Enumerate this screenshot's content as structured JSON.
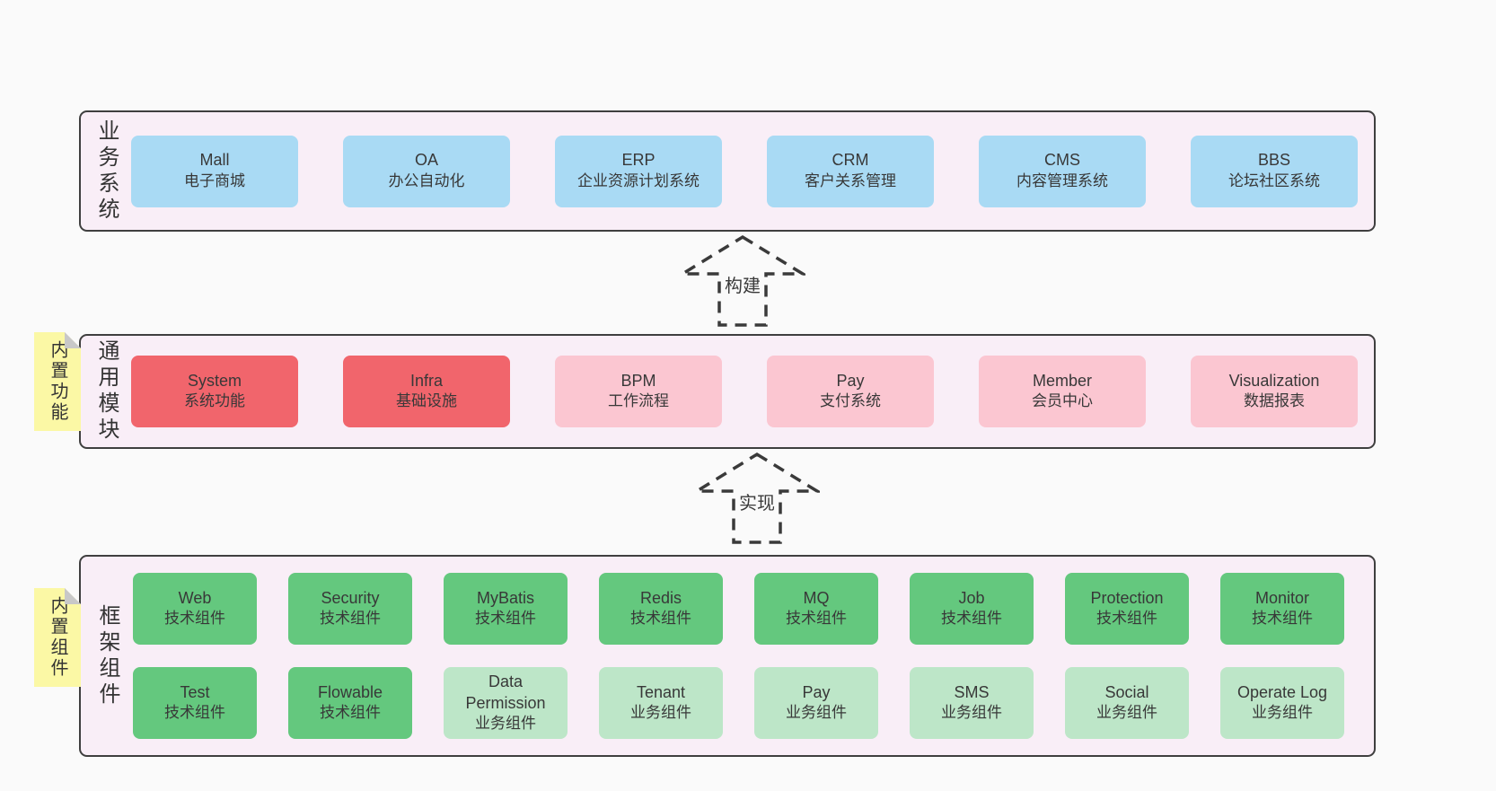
{
  "colors": {
    "page": "#fafafa",
    "sectionBg": "#f9eef7",
    "border": "#3f3f3f",
    "blue": "#a9daf4",
    "red": "#f1656c",
    "pink": "#fbc6d1",
    "green": "#64c87e",
    "lightgreen": "#bde6c8",
    "sticky": "#fbf8a5",
    "fold": "#c8c8c8",
    "text": "#383838"
  },
  "arrows": [
    {
      "label": "构建"
    },
    {
      "label": "实现"
    }
  ],
  "notes": [
    {
      "text": "内置功能"
    },
    {
      "text": "内置组件"
    }
  ],
  "sections": {
    "business": {
      "label": "业务系统",
      "boxes": [
        {
          "name": "Mall",
          "desc": "电子商城"
        },
        {
          "name": "OA",
          "desc": "办公自动化"
        },
        {
          "name": "ERP",
          "desc": "企业资源计划系统"
        },
        {
          "name": "CRM",
          "desc": "客户关系管理"
        },
        {
          "name": "CMS",
          "desc": "内容管理系统"
        },
        {
          "name": "BBS",
          "desc": "论坛社区系统"
        }
      ]
    },
    "modules": {
      "label": "通用模块",
      "boxes": [
        {
          "name": "System",
          "desc": "系统功能",
          "type": "red"
        },
        {
          "name": "Infra",
          "desc": "基础设施",
          "type": "red"
        },
        {
          "name": "BPM",
          "desc": "工作流程",
          "type": "pink"
        },
        {
          "name": "Pay",
          "desc": "支付系统",
          "type": "pink"
        },
        {
          "name": "Member",
          "desc": "会员中心",
          "type": "pink"
        },
        {
          "name": "Visualization",
          "desc": "数据报表",
          "type": "pink"
        }
      ]
    },
    "framework": {
      "label": "框架组件",
      "row1": [
        {
          "name": "Web",
          "desc": "技术组件",
          "type": "green"
        },
        {
          "name": "Security",
          "desc": "技术组件",
          "type": "green"
        },
        {
          "name": "MyBatis",
          "desc": "技术组件",
          "type": "green"
        },
        {
          "name": "Redis",
          "desc": "技术组件",
          "type": "green"
        },
        {
          "name": "MQ",
          "desc": "技术组件",
          "type": "green"
        },
        {
          "name": "Job",
          "desc": "技术组件",
          "type": "green"
        },
        {
          "name": "Protection",
          "desc": "技术组件",
          "type": "green"
        },
        {
          "name": "Monitor",
          "desc": "技术组件",
          "type": "green"
        }
      ],
      "row2": [
        {
          "name": "Test",
          "desc": "技术组件",
          "type": "green"
        },
        {
          "name": "Flowable",
          "desc": "技术组件",
          "type": "green"
        },
        {
          "name": "Data Permission",
          "desc": "业务组件",
          "type": "lightgreen"
        },
        {
          "name": "Tenant",
          "desc": "业务组件",
          "type": "lightgreen"
        },
        {
          "name": "Pay",
          "desc": "业务组件",
          "type": "lightgreen"
        },
        {
          "name": "SMS",
          "desc": "业务组件",
          "type": "lightgreen"
        },
        {
          "name": "Social",
          "desc": "业务组件",
          "type": "lightgreen"
        },
        {
          "name": "Operate Log",
          "desc": "业务组件",
          "type": "lightgreen"
        }
      ]
    }
  }
}
